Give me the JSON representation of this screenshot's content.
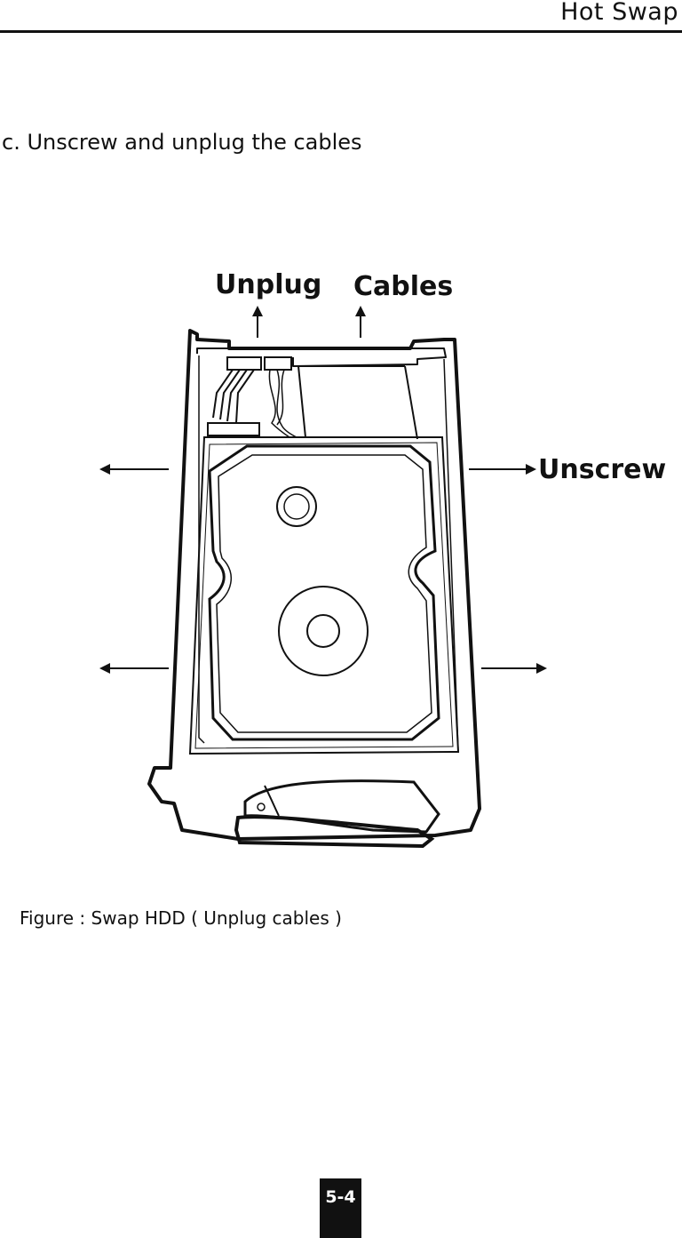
{
  "header": {
    "title": "Hot Swap"
  },
  "step": {
    "text": "c.  Unscrew and unplug the cables"
  },
  "figure": {
    "callouts": {
      "unplug": "Unplug",
      "cables": "Cables",
      "unscrew": "Unscrew"
    },
    "caption": "Figure : Swap HDD ( Unplug cables )"
  },
  "footer": {
    "page_number": "5-4"
  }
}
